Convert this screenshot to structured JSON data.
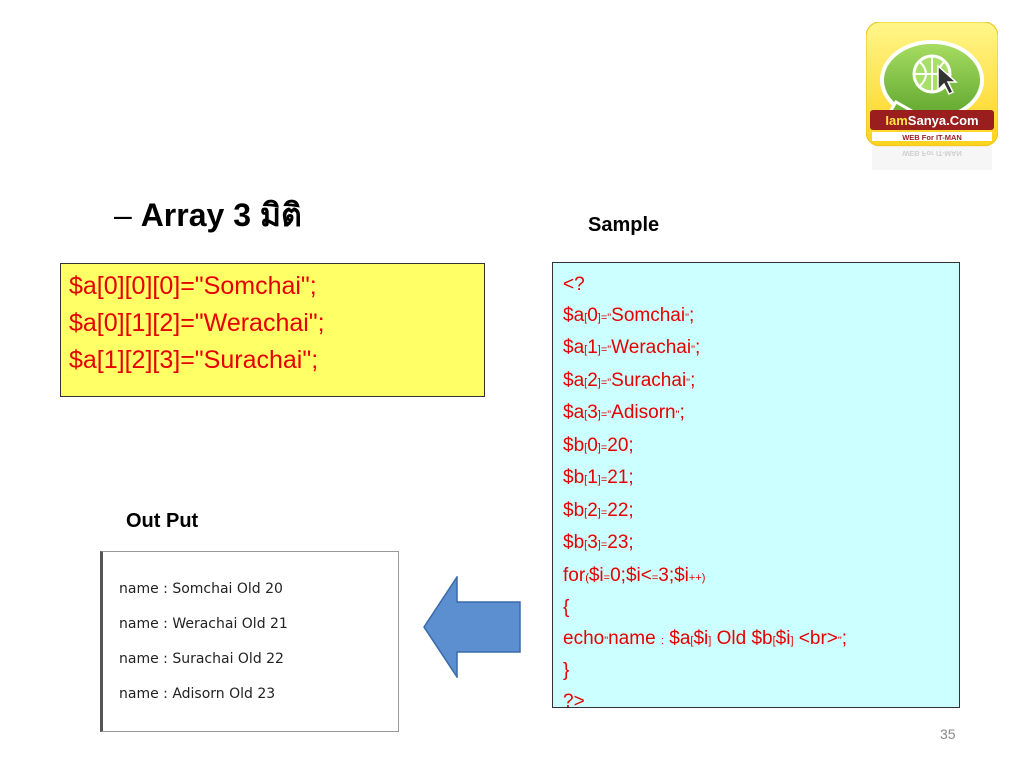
{
  "logo": {
    "brand_prefix": "Iam",
    "brand_name": "Sanya.Com",
    "tagline": "WEB For IT-MAN",
    "reflection": "WEB For IT-MAN",
    "colors": {
      "outer": "#ffe640",
      "speech": "#7dc142",
      "banner": "#9a1e1e",
      "tagline_bar": "#ffffff"
    }
  },
  "heading": {
    "dash": "–",
    "title": "Array 3 มิติ"
  },
  "sample_label": "Sample",
  "output_label": "Out Put",
  "yellow_box": {
    "lines": [
      "$a[0][0][0]=\"Somchai\";",
      "$a[0][1][2]=\"Werachai\";",
      "$a[1][2][3]=\"Surachai\";"
    ]
  },
  "sample_code": {
    "l0": "<?",
    "l1": {
      "a": "$a",
      "b": "[",
      "c": "0",
      "d": "]=\"",
      "e": "Somchai",
      "f": "\"",
      "g": ";"
    },
    "l2": {
      "a": "$a",
      "b": "[",
      "c": "1",
      "d": "]=\"",
      "e": "Werachai",
      "f": "\"",
      "g": ";"
    },
    "l3": {
      "a": "$a",
      "b": "[",
      "c": "2",
      "d": "]=\"",
      "e": "Surachai",
      "f": "\"",
      "g": ";"
    },
    "l4": {
      "a": "$a",
      "b": "[",
      "c": "3",
      "d": "]=\"",
      "e": "Adisorn",
      "f": "\"",
      "g": ";"
    },
    "l5": {
      "a": "$b",
      "b": "[",
      "c": "0",
      "d": "]=",
      "e": "20;"
    },
    "l6": {
      "a": "$b",
      "b": "[",
      "c": "1",
      "d": "]=",
      "e": "21;"
    },
    "l7": {
      "a": "$b",
      "b": "[",
      "c": "2",
      "d": "]=",
      "e": "22;"
    },
    "l8": {
      "a": "$b",
      "b": "[",
      "c": "3",
      "d": "]=",
      "e": "23;"
    },
    "l9": {
      "a": "for",
      "b": "(",
      "c": "$i",
      "d": "=",
      "e": "0;$i<",
      "f": "=",
      "g": "3;$i",
      "h": "++)"
    },
    "l10": "{",
    "l11": {
      "a": "echo",
      "b": "\"",
      "c": "name ",
      "d": ":",
      "e": " $a",
      "f": "[",
      "g": "$i",
      "h": "]",
      "i": " Old $b",
      "j": "[",
      "k": "$i",
      "l": "]",
      "m": " <br>",
      "n": "\"",
      "o": ";"
    },
    "l12": "}",
    "l13": "?>"
  },
  "output_lines": [
    "name : Somchai Old 20",
    "name : Werachai Old 21",
    "name : Surachai Old 22",
    "name : Adisorn Old 23"
  ],
  "arrow": {
    "fill": "#5b8fd0",
    "stroke": "#3a6aa8"
  },
  "page_number": "35"
}
